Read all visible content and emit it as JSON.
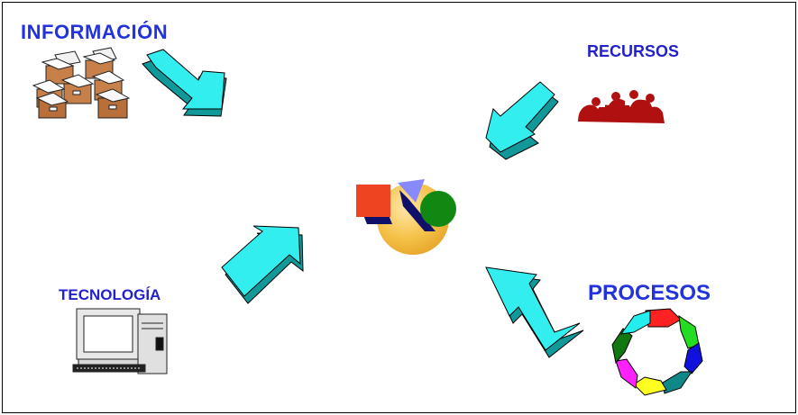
{
  "labels": {
    "informacion": "INFORMACIÓN",
    "recursos": "RECURSOS",
    "tecnologia": "TECNOLOGÍA",
    "procesos": "PROCESOS"
  },
  "colors": {
    "label_blue": "#2233dd",
    "label_blue_dark": "#2222cc",
    "arrow_fill": "#33eeee",
    "arrow_shade": "#119999",
    "arrow_outline": "#000000",
    "box_brown": "#c8804a",
    "people_red": "#b01010",
    "center_orange": "#f5c24a",
    "center_red": "#ee4422",
    "center_green": "#118811",
    "center_navy": "#10106a",
    "center_violet": "#8888ff",
    "cycle_colors": [
      "#ff2222",
      "#22dd22",
      "#1111dd",
      "#118888",
      "#ffff22",
      "#ff22ff",
      "#117711",
      "#22eeee"
    ]
  },
  "icons": {
    "informacion": "stack-of-boxes-icon",
    "recursos": "group-of-people-icon",
    "tecnologia": "desktop-computer-icon",
    "procesos": "cycle-arrows-icon",
    "center": "organization-shapes-icon"
  }
}
